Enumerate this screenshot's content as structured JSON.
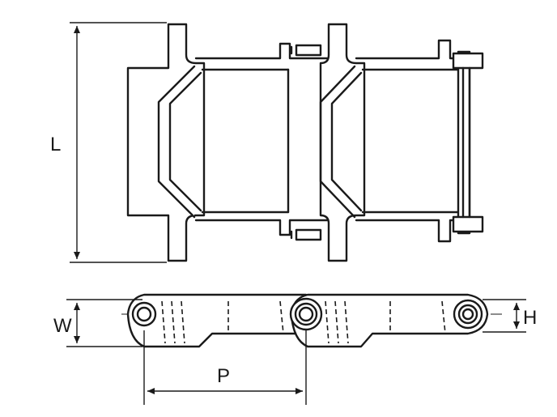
{
  "labels": {
    "length": "L",
    "width": "W",
    "height": "H",
    "pitch": "P"
  },
  "colors": {
    "line": "#1a1a1a",
    "background": "#ffffff"
  }
}
